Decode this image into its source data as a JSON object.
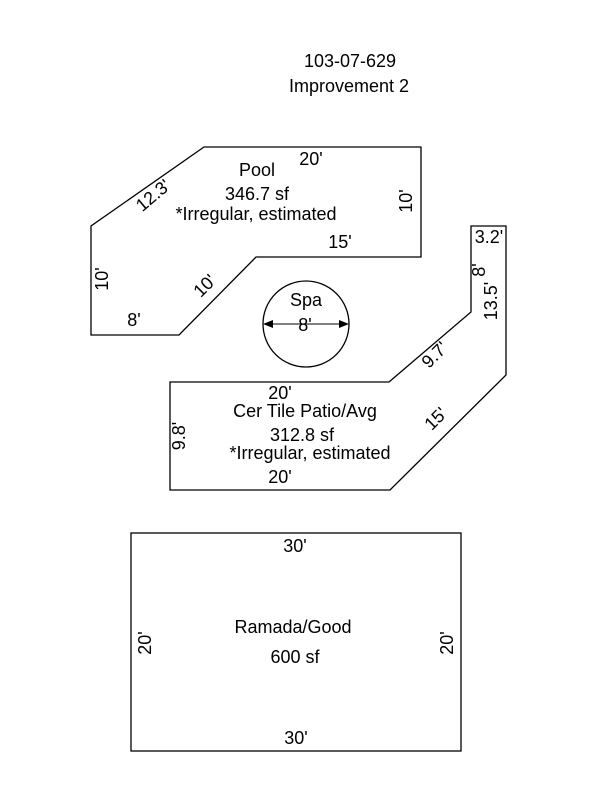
{
  "header": {
    "parcel_id": "103-07-629",
    "improvement": "Improvement 2"
  },
  "pool": {
    "name": "Pool",
    "area": "346.7 sf",
    "note": "*Irregular, estimated",
    "dims": {
      "top": "20'",
      "right": "10'",
      "diagonal_upper": "12.3'",
      "inner_horizontal": "15'",
      "left": "10'",
      "diagonal_lower": "10'",
      "bottom": "8'"
    }
  },
  "spa": {
    "name": "Spa",
    "diameter": "8'"
  },
  "patio": {
    "name": "Cer Tile Patio/Avg",
    "area": "312.8 sf",
    "note": "*Irregular, estimated",
    "dims": {
      "top": "20'",
      "bottom": "20'",
      "left": "9.8'",
      "diagonal_upper": "9.7'",
      "diagonal_lower": "15'",
      "notch_top": "3.2'",
      "notch_inner": "8'",
      "right": "13.5'"
    }
  },
  "ramada": {
    "name": "Ramada/Good",
    "area": "600 sf",
    "dims": {
      "top": "30'",
      "bottom": "30'",
      "left": "20'",
      "right": "20'"
    }
  },
  "colors": {
    "line": "#000000",
    "background": "#ffffff"
  }
}
